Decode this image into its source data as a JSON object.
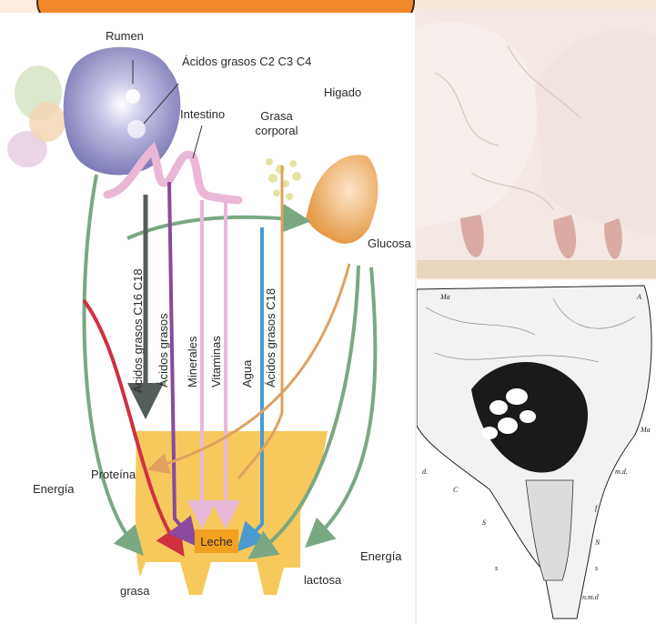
{
  "diagram": {
    "labels": {
      "rumen": "Rumen",
      "acidos_c2c3c4": "Ácidos grasos C2 C3 C4",
      "intestino": "Intestino",
      "grasa_corporal_1": "Grasa",
      "grasa_corporal_2": "corporal",
      "higado": "Higado",
      "glucosa": "Glucosa",
      "acidos_c16c18": "Ácidos grasos C16 C18",
      "acidos_grasos": "Ácidos grasos",
      "minerales": "Minerales",
      "vitaminas": "Vitaminas",
      "agua": "Agua",
      "acidos_c18": "Ácidos grasos C18",
      "energia_left": "Energía",
      "proteina": "Proteína",
      "leche": "Leche",
      "grasa": "grasa",
      "lactosa": "lactosa",
      "energia_right": "Energía"
    },
    "colors": {
      "green_arrow": "#7aa882",
      "dark_arrow": "#555d5a",
      "purple_arrow": "#8a4a9e",
      "pink_arrow": "#e8b8d8",
      "blue_arrow": "#4a9ad0",
      "orange_arrow": "#e0a060",
      "red_arrow": "#d03040",
      "udder_fill": "#f6c040",
      "leche_box": "#f2a020"
    }
  },
  "anatomy": {
    "labels": [
      "Ma",
      "A",
      "Ma",
      "d.",
      "m.d.",
      "C",
      "S",
      "f",
      "N",
      "s",
      "s",
      "n.m.d"
    ]
  }
}
